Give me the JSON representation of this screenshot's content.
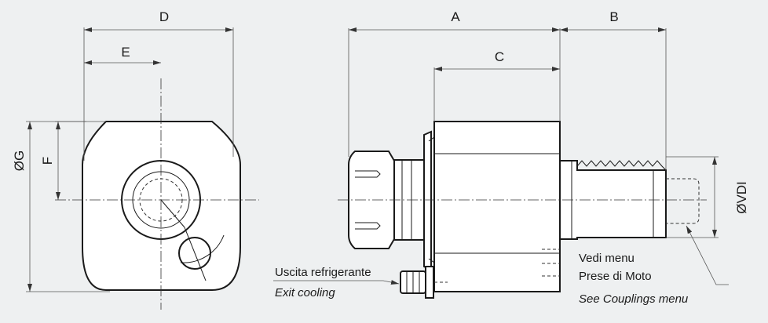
{
  "dimensions": {
    "A": "A",
    "B": "B",
    "C": "C",
    "D": "D",
    "E": "E",
    "F": "F",
    "G": "ØG",
    "VDI": "ØVDI"
  },
  "notes": {
    "coolant_it": "Uscita refrigerante",
    "coolant_en": "Exit cooling",
    "couplings_it_line1": "Vedi menu",
    "couplings_it_line2": "Prese di Moto",
    "couplings_en": "See Couplings menu"
  }
}
